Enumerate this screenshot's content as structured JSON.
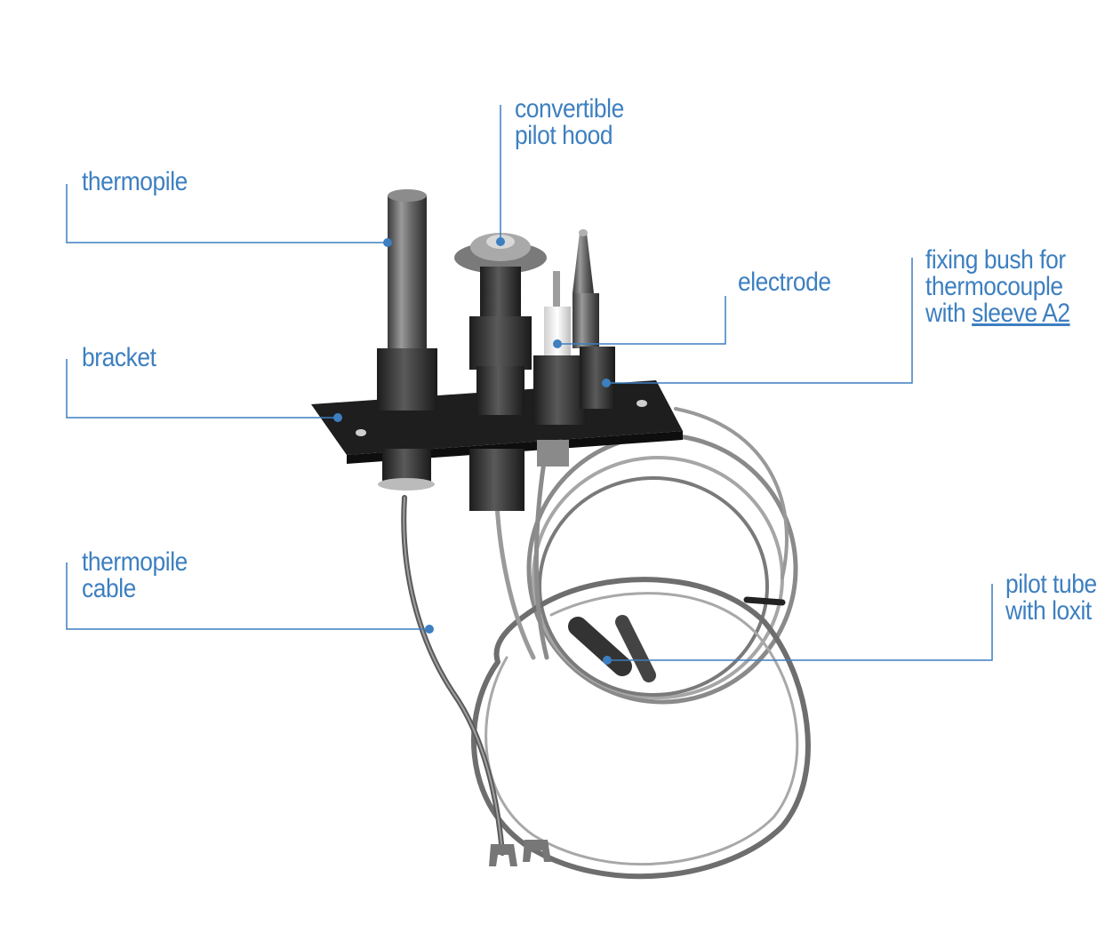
{
  "colors": {
    "accent": "#3d7fc0",
    "metal_dark": "#2a2a2a",
    "metal_light": "#b5b5b5"
  },
  "labels": {
    "thermopile": "thermopile",
    "convertible_line1": "convertible",
    "convertible_line2": "pilot hood",
    "electrode": "electrode",
    "fixing_line1": "fixing bush for",
    "fixing_line2": "thermocouple",
    "fixing_line3_prefix": "with ",
    "fixing_line3_link": "sleeve A2",
    "bracket": "bracket",
    "cable_line1": "thermopile",
    "cable_line2": "cable",
    "tube_line1": "pilot tube",
    "tube_line2": "with loxit"
  }
}
